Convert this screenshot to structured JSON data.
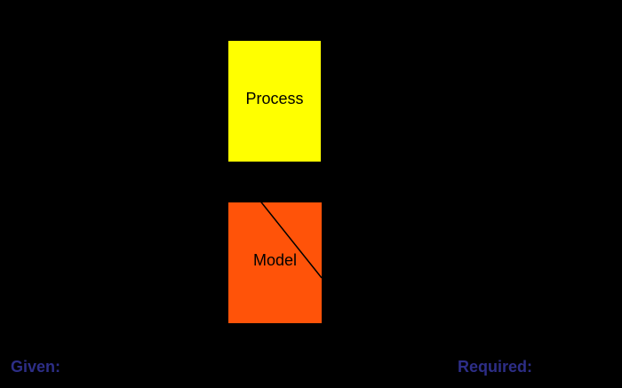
{
  "diagram": {
    "background_color": "#000000",
    "process_box": {
      "label": "Process",
      "fill": "#FFFF00",
      "text_color": "#000000"
    },
    "model_box": {
      "label": "Model",
      "fill": "#FF5309",
      "text_color": "#000000",
      "strike_line_color": "#000000"
    },
    "given_label": {
      "text": "Given:",
      "color": "#2D2E87"
    },
    "required_label": {
      "text": "Required:",
      "color": "#2D2E87"
    }
  }
}
